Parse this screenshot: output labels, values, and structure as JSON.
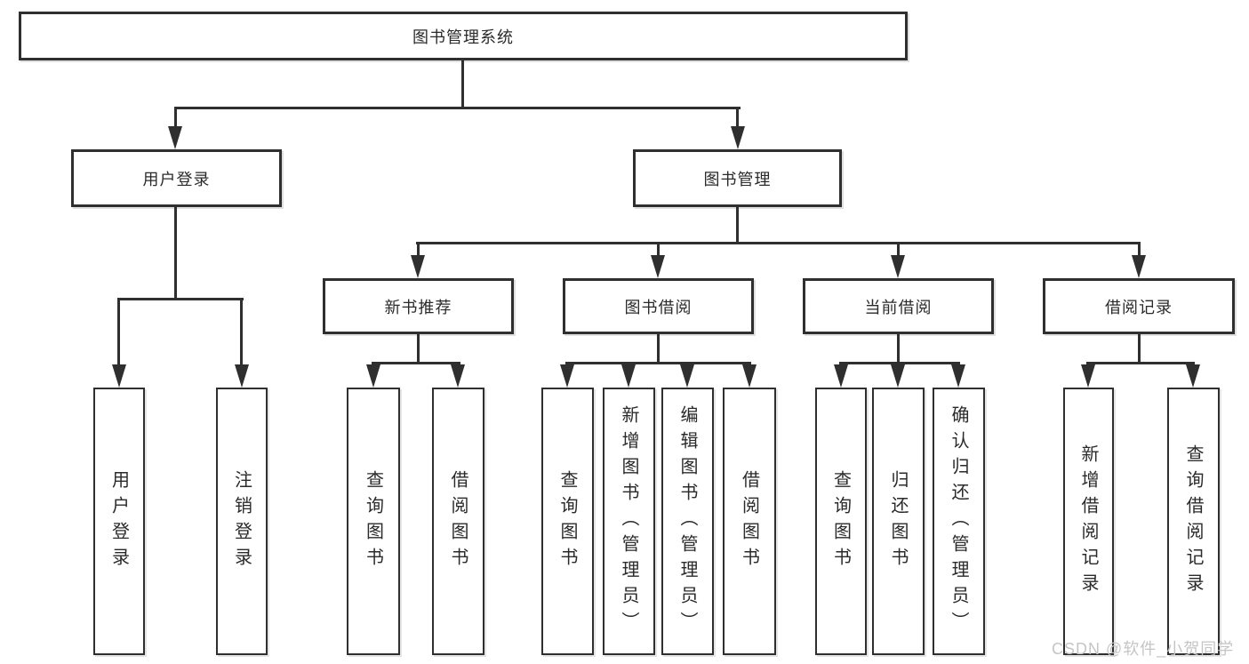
{
  "tree": {
    "root": {
      "label": "图书管理系统"
    },
    "level2": [
      {
        "label": "用户登录"
      },
      {
        "label": "图书管理"
      }
    ],
    "level3": [
      {
        "label": "新书推荐"
      },
      {
        "label": "图书借阅"
      },
      {
        "label": "当前借阅"
      },
      {
        "label": "借阅记录"
      }
    ],
    "leaves": [
      "用户登录",
      "注销登录",
      "查询图书",
      "借阅图书",
      "查询图书",
      "新增图书（管理员）",
      "编辑图书（管理员）",
      "借阅图书",
      "查询图书",
      "归还图书",
      "确认归还（管理员）",
      "新增借阅记录",
      "查询借阅记录"
    ]
  },
  "watermark": {
    "text": "CSDN @软件_小贺同学"
  },
  "colors": {
    "line": "#2f2f2f",
    "text": "#2a2a2a",
    "watermark": "#c5c5c5",
    "background": "#ffffff"
  }
}
